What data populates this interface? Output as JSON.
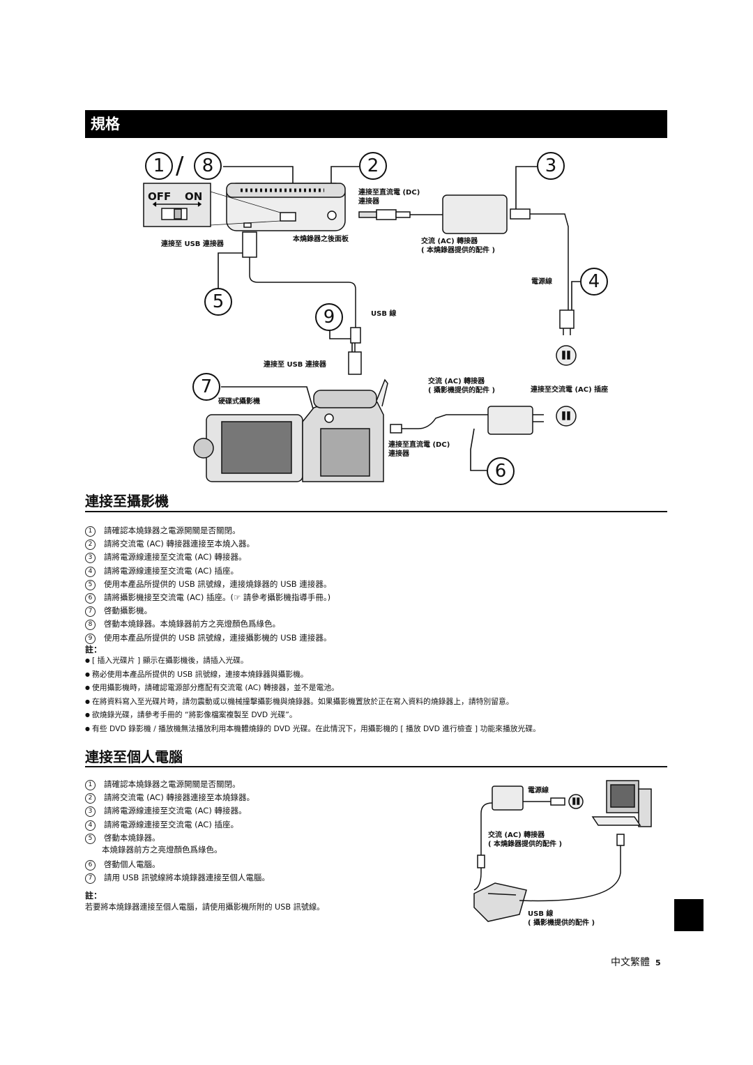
{
  "banner": {
    "title": "規格"
  },
  "diagram1": {
    "markers": [
      "1",
      "8",
      "2",
      "3",
      "4",
      "5",
      "9",
      "7",
      "6"
    ],
    "switch": {
      "off": "OFF",
      "on": "ON"
    },
    "labels": {
      "dc_connector_top": "連接至直流電 (DC)\n連接器",
      "usb_connector_left": "連接至 USB 連接器",
      "rear_panel": "本燒錄器之後面板",
      "ac_adapter_burner": "交流 (AC) 轉接器\n( 本燒錄器提供的配件 )",
      "power_cord": "電源線",
      "usb_cable": "USB 線",
      "usb_connector_mid": "連接至 USB 連接器",
      "camcorder": "硬碟式攝影機",
      "ac_adapter_cam": "交流 (AC) 轉接器\n( 攝影機提供的配件 )",
      "ac_outlet": "連接至交流電 (AC) 插座",
      "dc_connector_bottom": "連接至直流電 (DC)\n連接器"
    }
  },
  "section_camera": {
    "title": "連接至攝影機",
    "steps": [
      {
        "n": "1",
        "text": "請確認本燒錄器之電源開關是否關閉。"
      },
      {
        "n": "2",
        "text": "請將交流電 (AC) 轉接器連接至本燒入器。"
      },
      {
        "n": "3",
        "text": "請將電源線連接至交流電 (AC) 轉接器。"
      },
      {
        "n": "4",
        "text": "請將電源線連接至交流電 (AC) 插座。"
      },
      {
        "n": "5",
        "text": "使用本產品所提供的 USB 訊號線，連接燒錄器的 USB 連接器。"
      },
      {
        "n": "6",
        "text": "請將攝影機接至交流電 (AC) 插座。(☞ 請參考攝影機指導手冊。)"
      },
      {
        "n": "7",
        "text": "啓動攝影機。"
      },
      {
        "n": "8",
        "text": "啓動本燒錄器。本燒錄器前方之亮燈顏色爲綠色。"
      },
      {
        "n": "9",
        "text": "使用本產品所提供的 USB 訊號線，連接攝影機的 USB 連接器。"
      }
    ],
    "note_label": "註：",
    "notes": [
      "[ 插入光碟片 ] 顯示在攝影機後，請插入光碟。",
      "務必使用本產品所提供的 USB 訊號線，連接本燒錄器與攝影機。",
      "使用攝影機時，請確認電源部分應配有交流電 (AC) 轉接器，並不是電池。",
      "在將資料寫入至光碟片時，請勿震動或以機械撞擊攝影機與燒錄器。如果攝影機置放於正在寫入資料的燒錄器上，請特別留意。",
      "欲燒錄光碟，請參考手冊的 “將影像檔案複製至 DVD 光碟”。",
      "有些 DVD 錄影機 / 播放機無法播放利用本機體燒錄的 DVD 光碟。在此情況下，用攝影機的 [ 播放 DVD 進行檢查 ] 功能來播放光碟。"
    ]
  },
  "section_pc": {
    "title": "連接至個人電腦",
    "steps": [
      {
        "n": "1",
        "text": "請確認本燒錄器之電源開關是否關閉。"
      },
      {
        "n": "2",
        "text": "請將交流電 (AC) 轉接器連接至本燒錄器。"
      },
      {
        "n": "3",
        "text": "請將電源線連接至交流電 (AC) 轉接器。"
      },
      {
        "n": "4",
        "text": "請將電源線連接至交流電 (AC) 插座。"
      },
      {
        "n": "5",
        "text": "啓動本燒錄器。",
        "sub": "本燒錄器前方之亮燈顏色爲綠色。"
      },
      {
        "n": "6",
        "text": "啓動個人電腦。"
      },
      {
        "n": "7",
        "text": "請用 USB 訊號線將本燒錄器連接至個人電腦。"
      }
    ],
    "note_label": "註：",
    "note_text": "若要將本燒錄器連接至個人電腦，請使用攝影機所附的 USB 訊號線。",
    "diagram": {
      "power_cord": "電源線",
      "ac_adapter": "交流 (AC) 轉接器\n( 本燒錄器提供的配件 )",
      "usb_cable": "USB 線\n( 攝影機提供的配件 )"
    }
  },
  "footer": {
    "lang": "中文繁體",
    "page": "5"
  }
}
